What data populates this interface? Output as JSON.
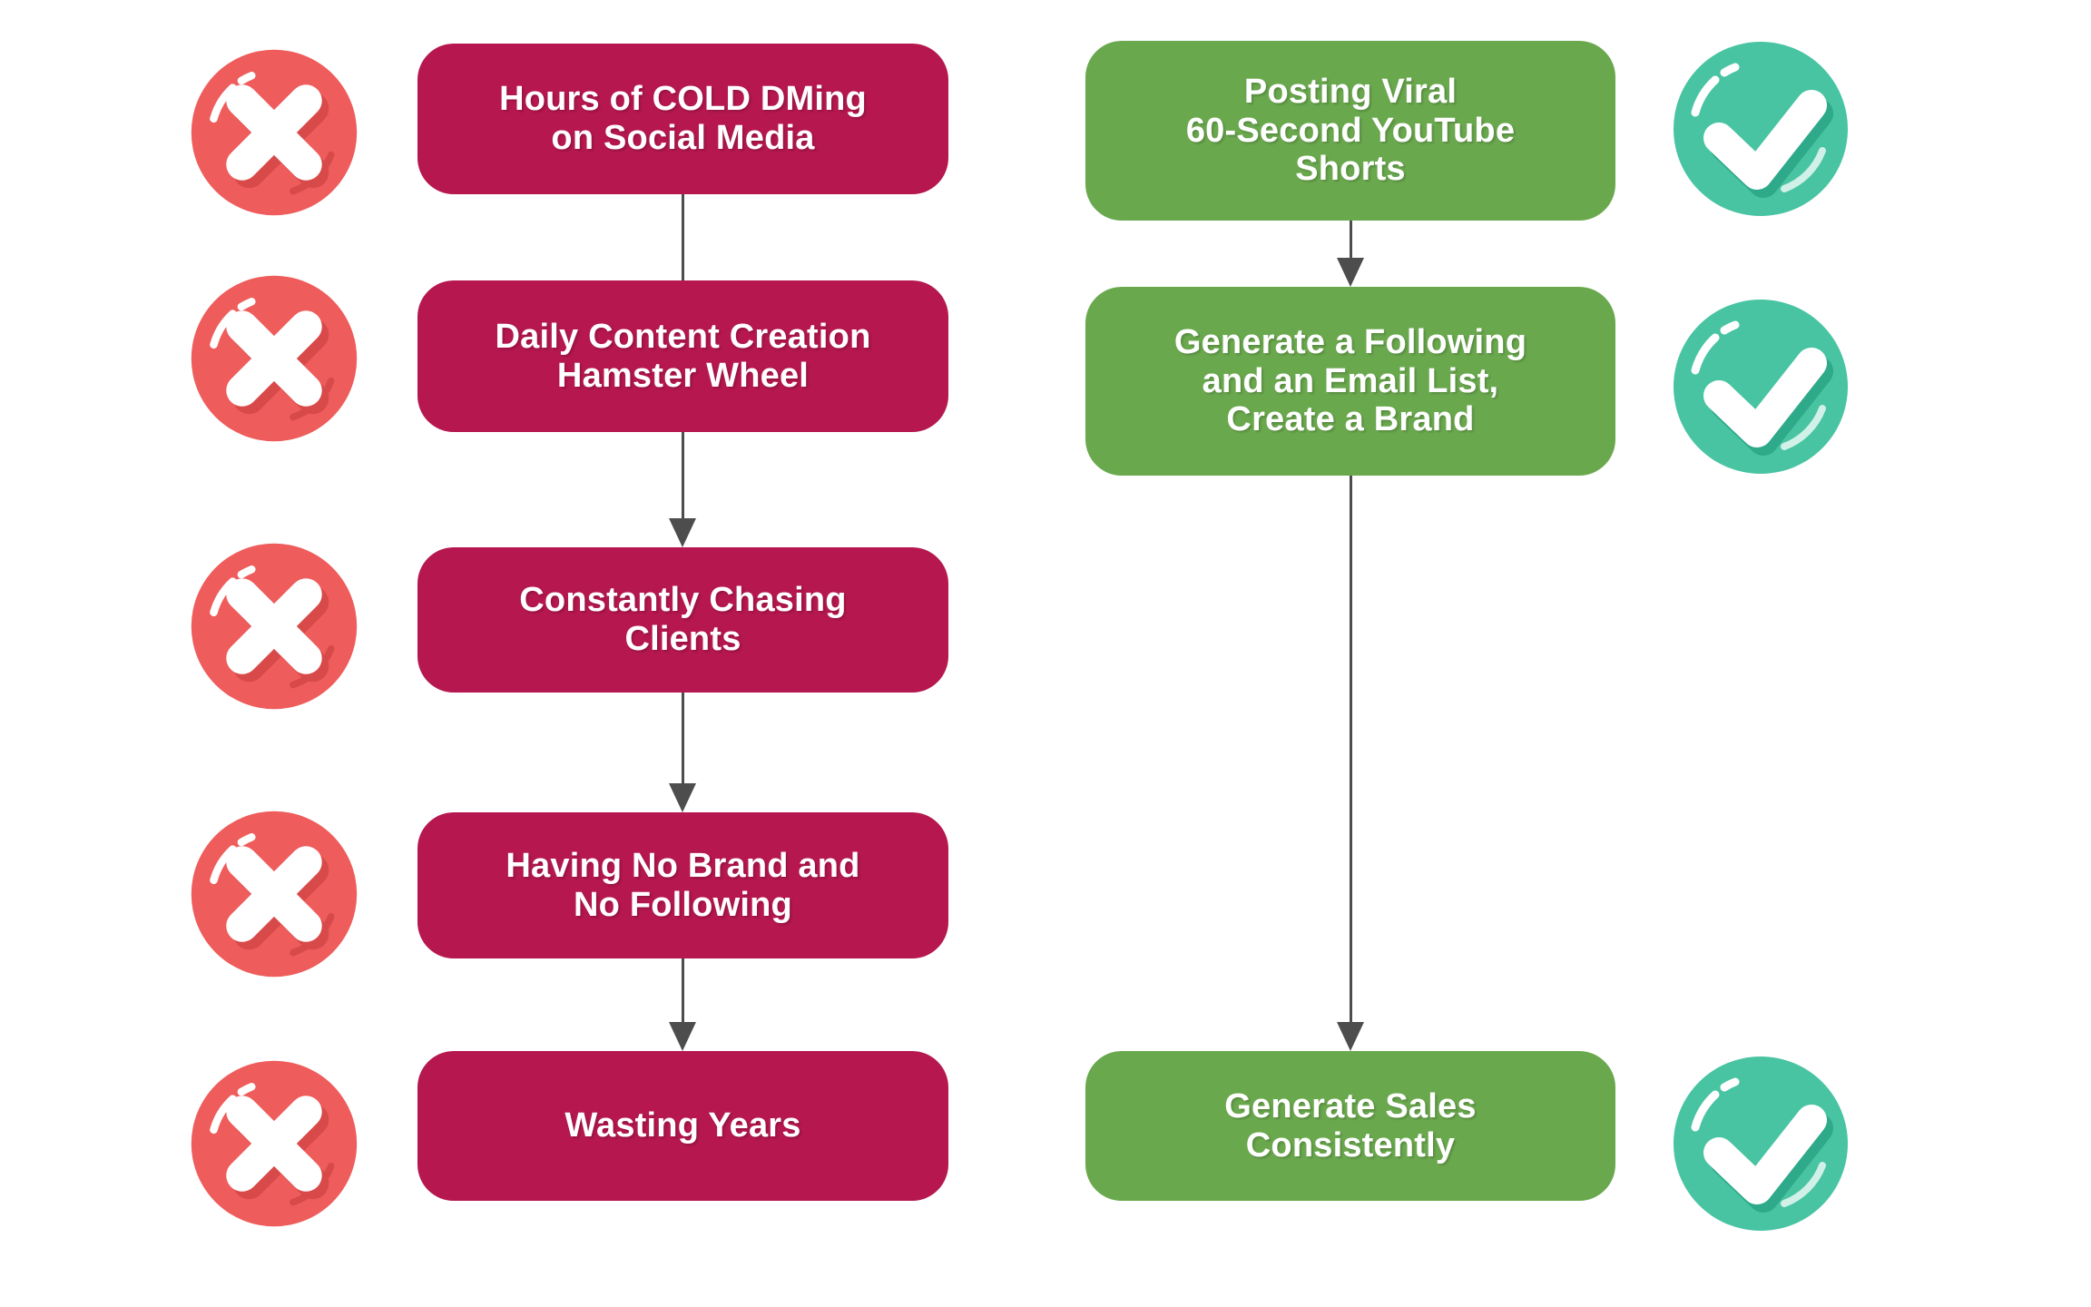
{
  "colors": {
    "negative_box": "#B5174E",
    "positive_box": "#6AA84E",
    "cross_circle": "#EE5C5B",
    "cross_shadow": "#D84A49",
    "check_circle": "#48C4A2",
    "check_shadow": "#2EA98A",
    "arrow": "#4D4D4D",
    "text": "#FFFFFF"
  },
  "left_column": {
    "icon": "cross-icon",
    "items": [
      {
        "label": "Hours of COLD DMing\non Social Media"
      },
      {
        "label": "Daily Content Creation\nHamster Wheel"
      },
      {
        "label": "Constantly Chasing\nClients"
      },
      {
        "label": "Having No Brand and\nNo Following"
      },
      {
        "label": "Wasting Years"
      }
    ]
  },
  "right_column": {
    "icon": "check-icon",
    "items": [
      {
        "label": "Posting Viral\n60-Second YouTube\nShorts"
      },
      {
        "label": "Generate a Following\nand an Email List,\nCreate a Brand"
      },
      {
        "label": "Generate Sales\nConsistently"
      }
    ]
  }
}
